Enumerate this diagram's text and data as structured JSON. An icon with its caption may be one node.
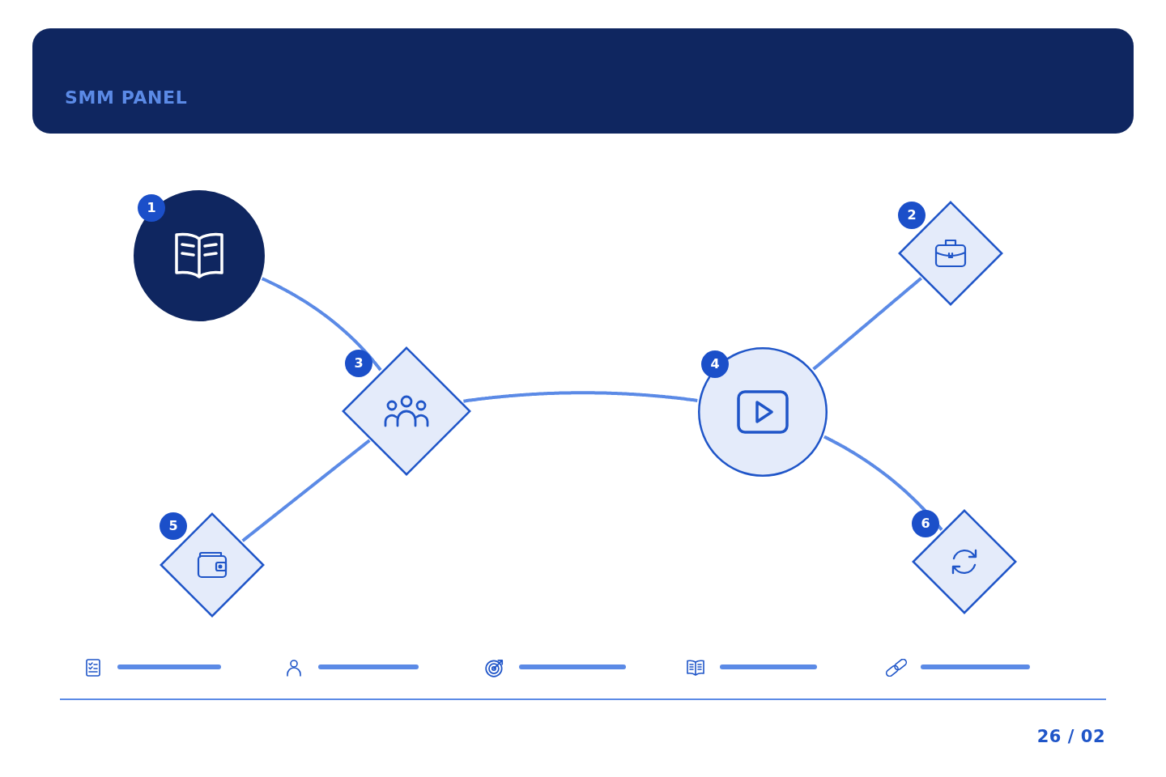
{
  "diagram": {
    "title": "SMM PANEL",
    "nodes": [
      {
        "text": [
          "1"
        ]
      },
      {
        "text": [
          "2"
        ]
      },
      {
        "text": [
          "3"
        ]
      },
      {
        "text": [
          "4"
        ]
      },
      {
        "text": [
          "5"
        ]
      },
      {
        "text": [
          "6"
        ]
      }
    ],
    "edges": [
      {
        "from": 0,
        "to": 2,
        "arrow": "none"
      },
      {
        "from": 3,
        "to": 1,
        "arrow": "none"
      },
      {
        "from": 2,
        "to": 3,
        "arrow": "none"
      },
      {
        "from": 2,
        "to": 4,
        "arrow": "none"
      },
      {
        "from": 3,
        "to": 5,
        "arrow": "none"
      }
    ],
    "labels": [
      "26 / 02"
    ]
  }
}
